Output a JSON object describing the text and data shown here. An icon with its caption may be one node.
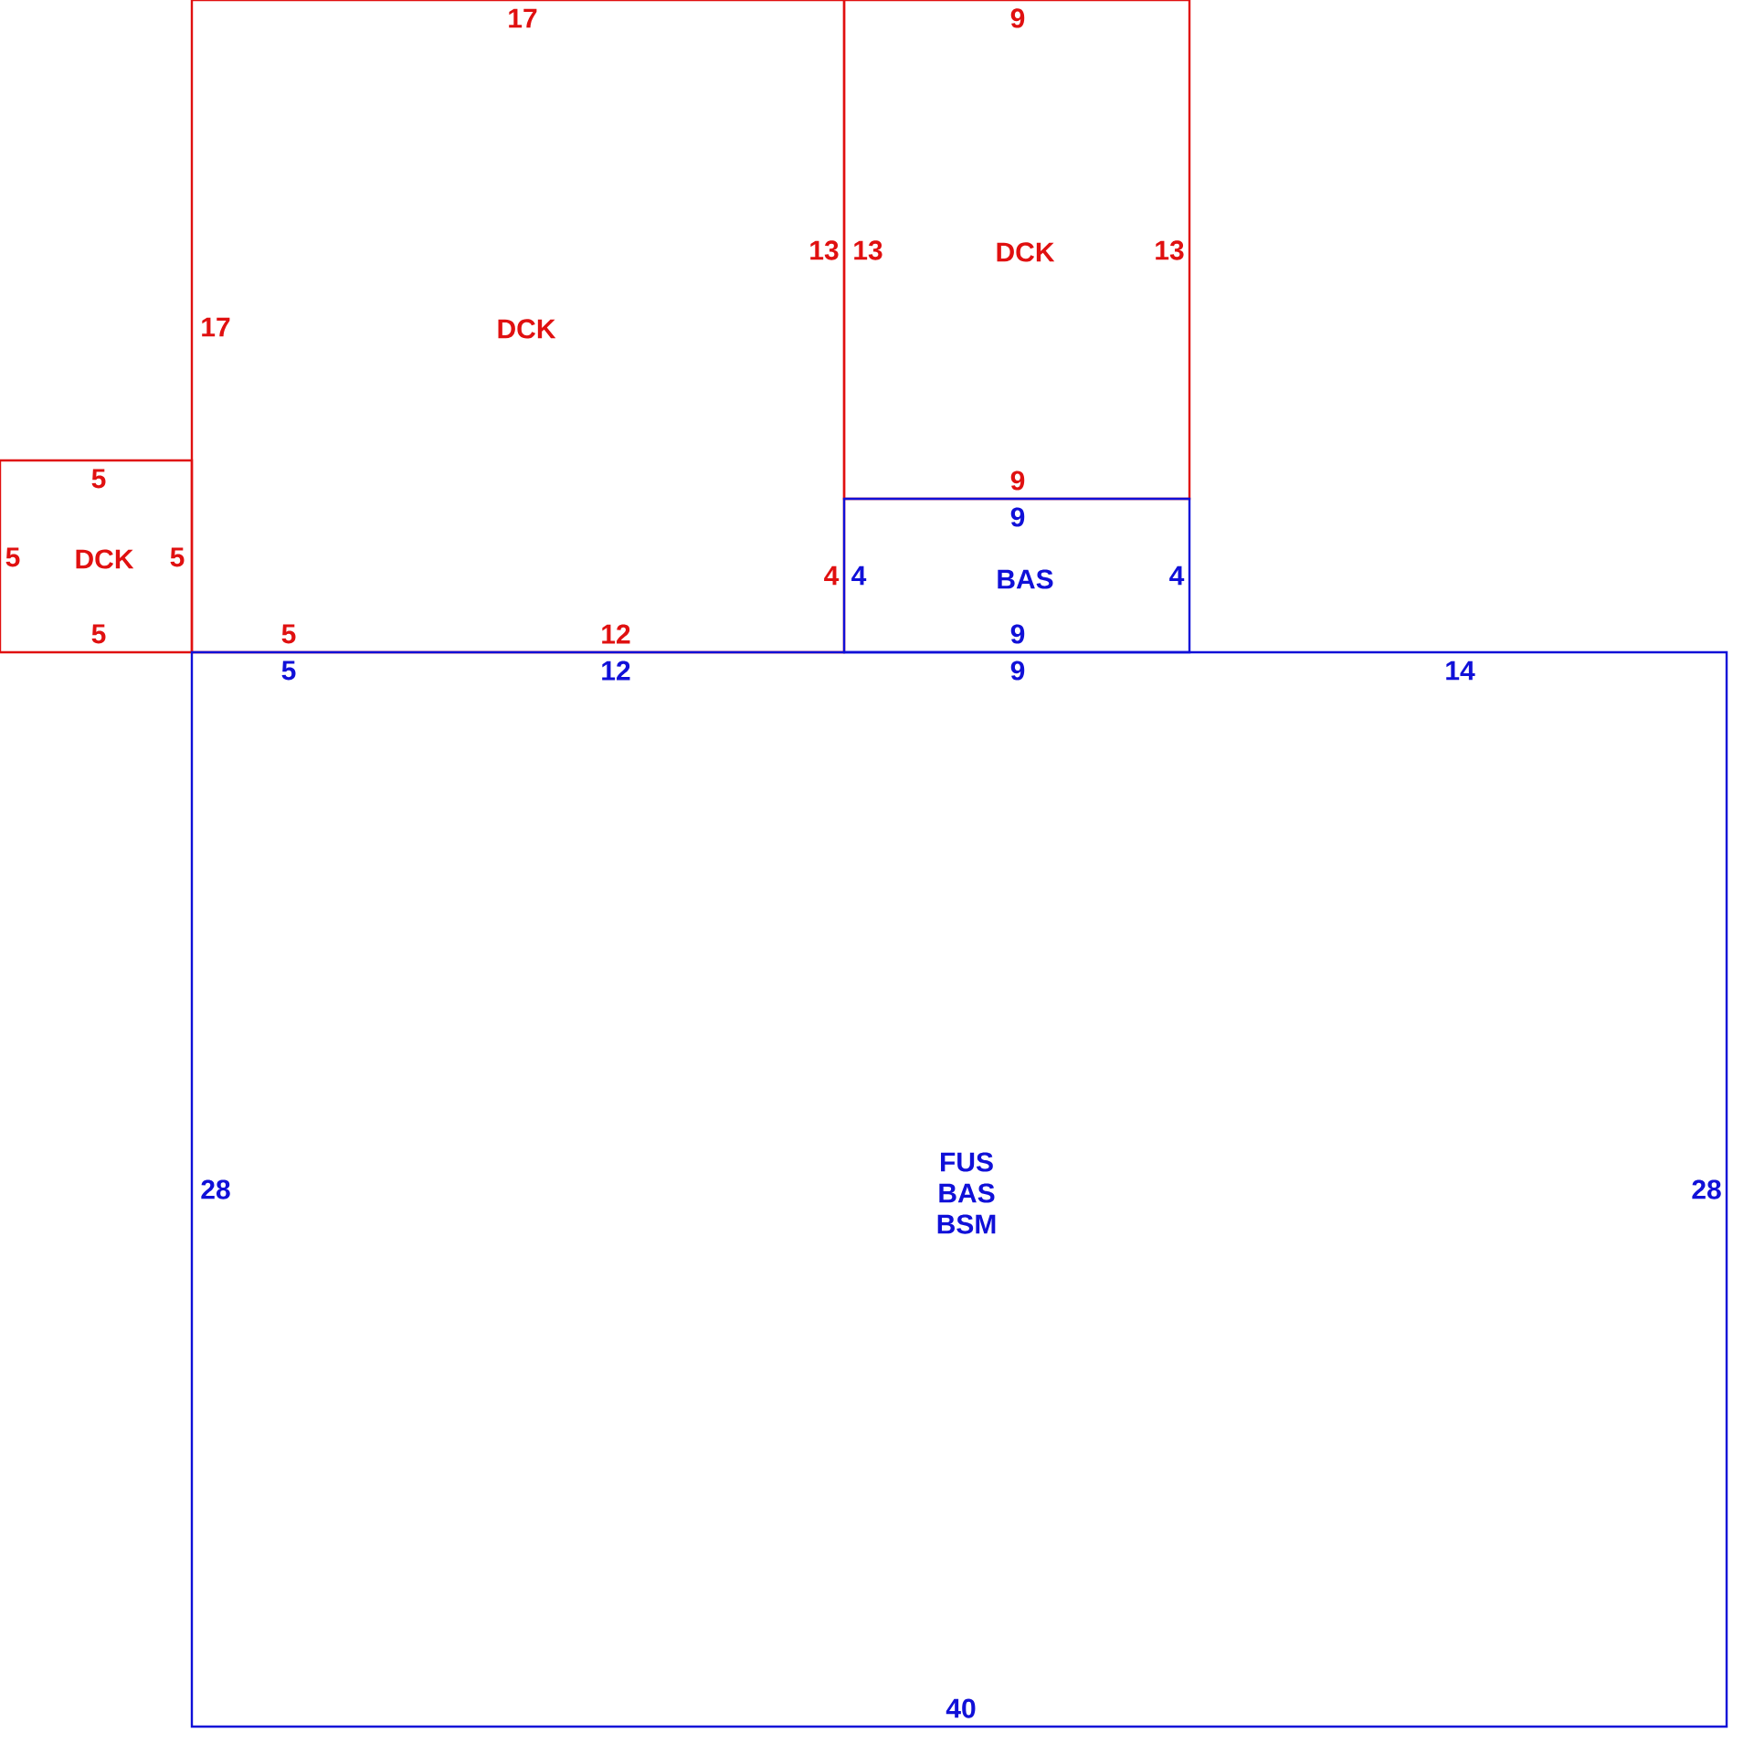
{
  "diagram": {
    "nodes": [
      {
        "text": [
          "DCK",
          "5",
          "5",
          "5",
          "5"
        ]
      },
      {
        "text": [
          "DCK",
          "17",
          "17",
          "13",
          "4",
          "5",
          "12"
        ]
      },
      {
        "text": [
          "DCK",
          "9",
          "13",
          "13",
          "9"
        ]
      },
      {
        "text": [
          "BAS",
          "9",
          "4",
          "4",
          "9"
        ]
      },
      {
        "text": [
          "FUS",
          "BAS",
          "BSM",
          "5",
          "12",
          "9",
          "14",
          "28",
          "28",
          "40"
        ]
      }
    ]
  }
}
